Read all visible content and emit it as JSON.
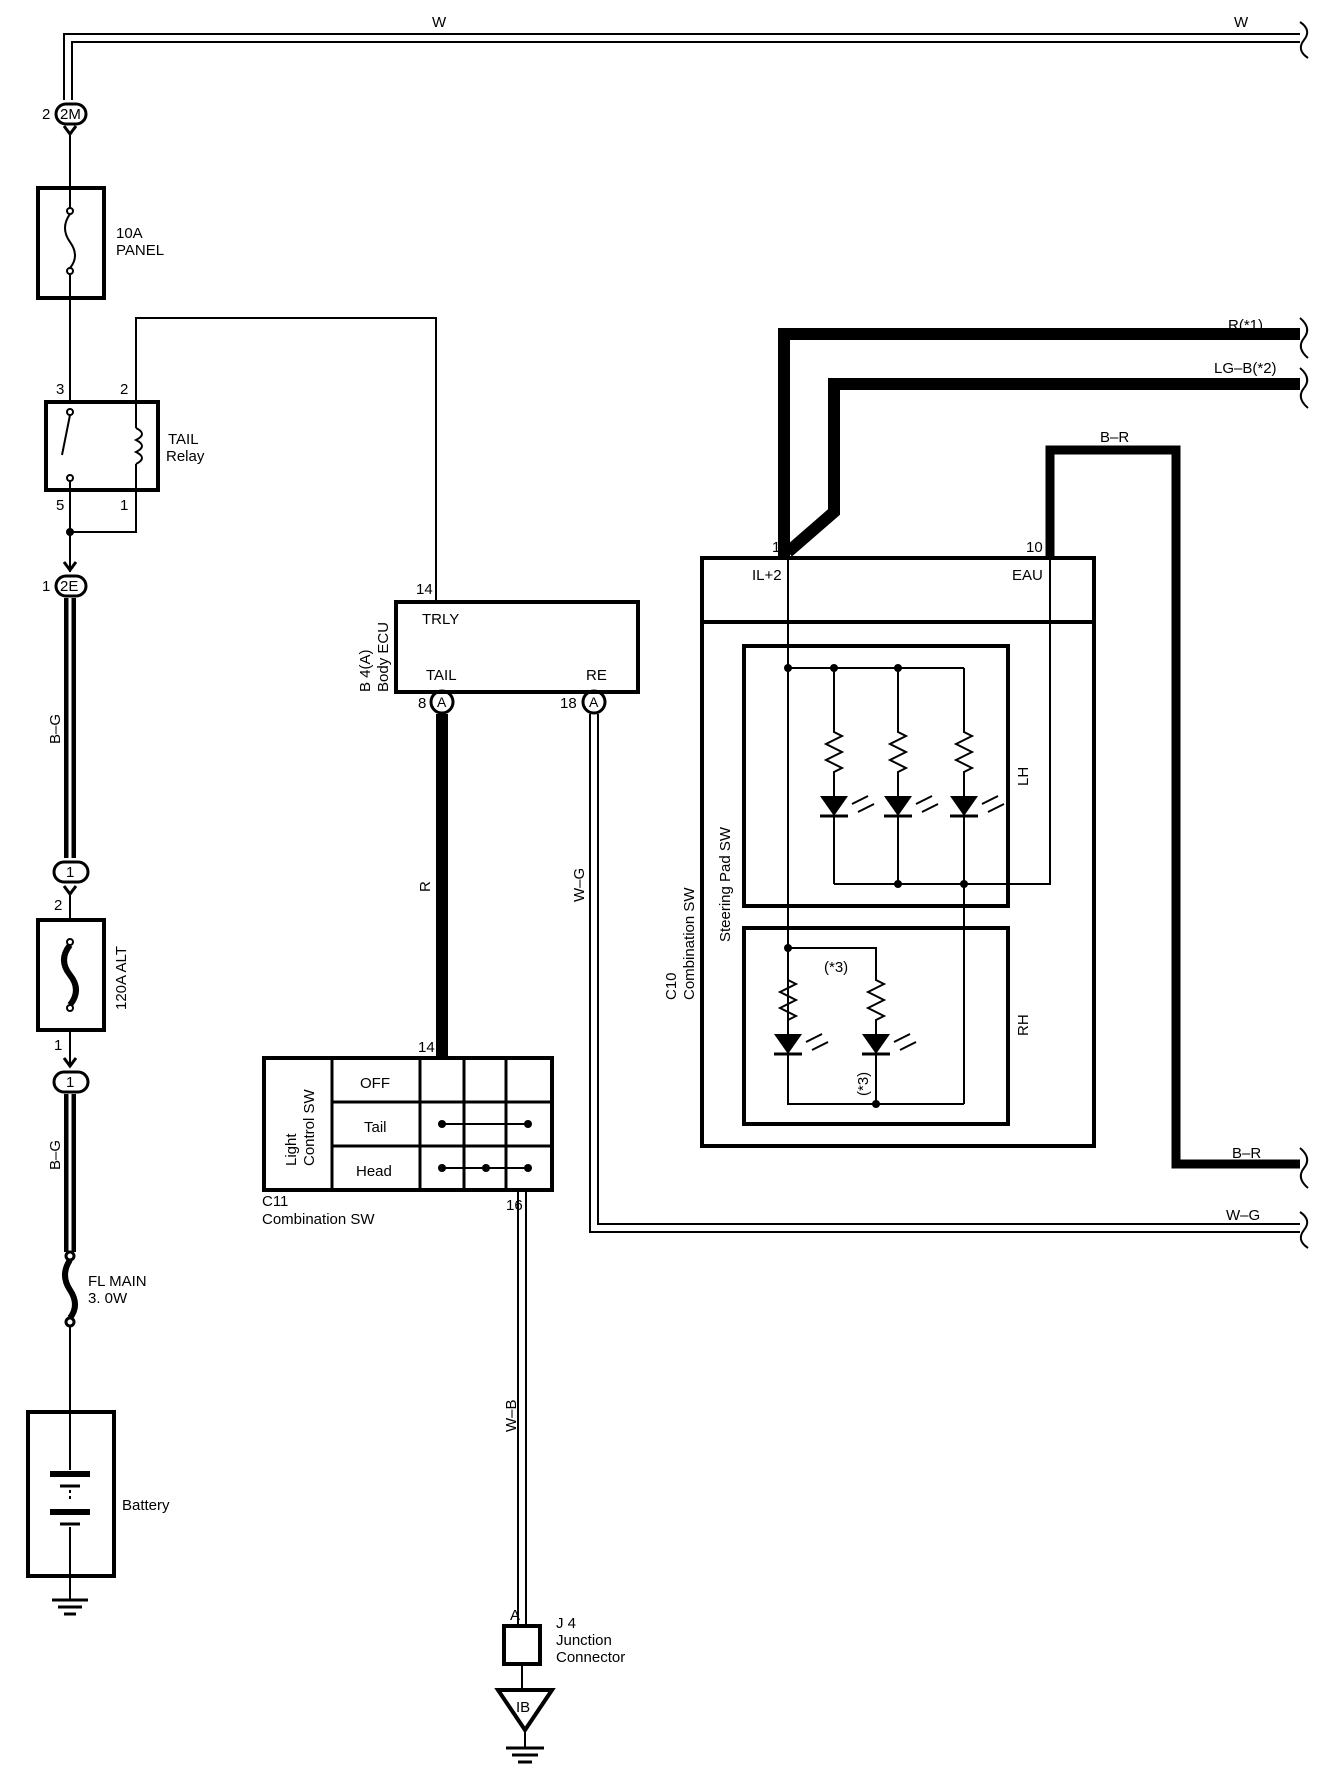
{
  "wires": {
    "w_left": "W",
    "w_right": "W",
    "b_g_upper": "B–G",
    "b_g_lower": "B–G",
    "r": "R",
    "w_g_vertical": "W–G",
    "w_g_right": "W–G",
    "w_b": "W–B",
    "r_star1": "R(*1)",
    "lg_b_star2": "LG–B(*2)",
    "b_r_top": "B–R",
    "b_r_bottom": "B–R"
  },
  "connectors": {
    "c2m": {
      "label": "2M",
      "pin": "2"
    },
    "c2e": {
      "label": "2E",
      "pin": "1"
    },
    "c1_upper": {
      "label": "1"
    },
    "c1_lower": {
      "label": "1"
    },
    "tail_a": {
      "label": "A",
      "pin": "8"
    },
    "re_a": {
      "label": "A",
      "pin": "18"
    }
  },
  "components": {
    "fuse_panel": {
      "line1": "10A",
      "line2": "PANEL"
    },
    "tail_relay": {
      "line1": "TAIL",
      "line2": "Relay",
      "pins": [
        "3",
        "2",
        "5",
        "1"
      ]
    },
    "fuse_alt": {
      "label": "120A ALT",
      "pin_top": "2",
      "pin_bottom": "1"
    },
    "fl_main": {
      "line1": "FL MAIN",
      "line2": "3. 0W"
    },
    "battery": {
      "label": "Battery"
    },
    "body_ecu": {
      "id": "B 4(A)",
      "name": "Body ECU",
      "pin_top": "14",
      "terminal_trly": "TRLY",
      "terminal_tail": "TAIL",
      "terminal_re": "RE"
    },
    "light_control_sw": {
      "title_line1": "Light",
      "title_line2": "Control SW",
      "positions": [
        "OFF",
        "Tail",
        "Head"
      ],
      "pin_top": "14",
      "pin_bottom": "16",
      "id": "C11",
      "name": "Combination SW"
    },
    "combination_sw_c10": {
      "id": "C10",
      "name": "Combination SW",
      "sub": "Steering Pad SW",
      "pin_il": "1",
      "terminal_il": "IL+2",
      "pin_eau": "10",
      "terminal_eau": "EAU",
      "lh": "LH",
      "rh": "RH",
      "note_a": "(*3)",
      "note_b": "(*3)"
    },
    "junction": {
      "pin": "A",
      "id": "J 4",
      "line1": "Junction",
      "line2": "Connector"
    },
    "ground_ib": {
      "label": "IB"
    }
  }
}
